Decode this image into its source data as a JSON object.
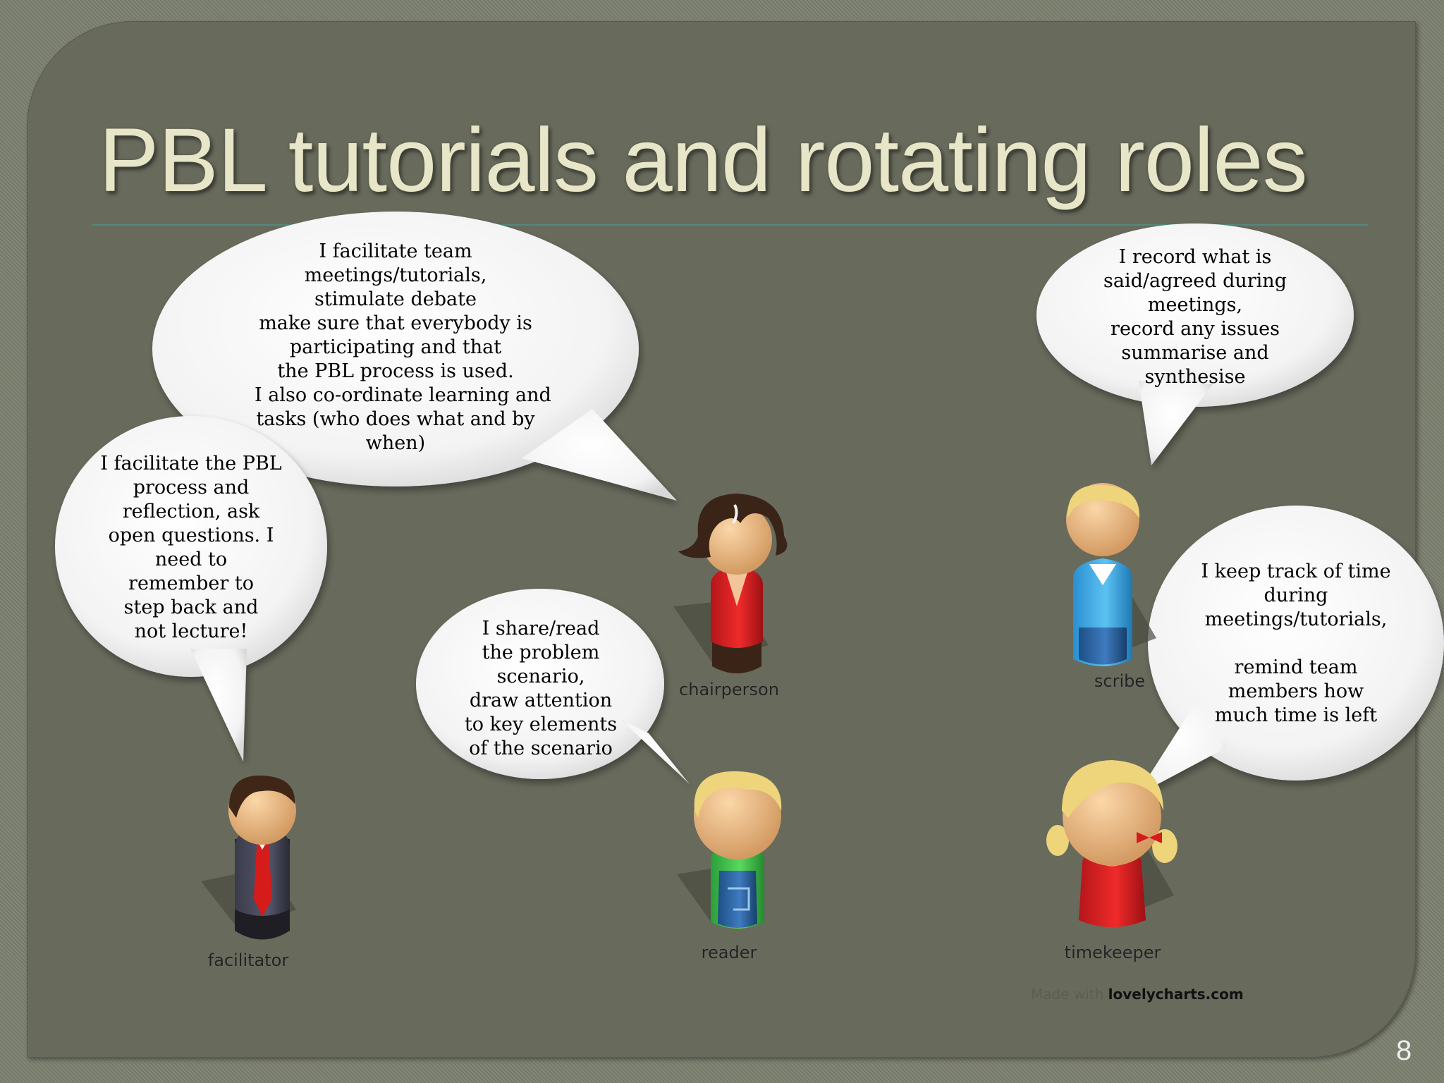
{
  "slide": {
    "title": "PBL tutorials and rotating roles",
    "page_number": "8",
    "credit_prefix": "Made with",
    "credit_brand": "lovelycharts.com"
  },
  "roles": {
    "chairperson": {
      "label": "chairperson",
      "speech": [
        "I facilitate team",
        "meetings/tutorials,",
        "stimulate debate",
        "make sure that everybody is",
        "participating and that",
        "the PBL process is used.",
        "I also co-ordinate learning and",
        "tasks (who does what and by",
        "when)"
      ]
    },
    "facilitator": {
      "label": "facilitator",
      "speech": [
        "I facilitate the PBL",
        "process and",
        "reflection, ask",
        "open questions. I",
        "need to",
        "remember to",
        "step back and",
        "not lecture!"
      ]
    },
    "reader": {
      "label": "reader",
      "speech": [
        "I share/read",
        "the problem",
        "scenario,",
        "draw attention",
        "to key elements",
        "of the scenario"
      ]
    },
    "scribe": {
      "label": "scribe",
      "speech": [
        "I record what is",
        "said/agreed during",
        "meetings,",
        "record any issues",
        "summarise and",
        "synthesise"
      ]
    },
    "timekeeper": {
      "label": "timekeeper",
      "speech": [
        "I keep track of time",
        "during",
        "meetings/tutorials,",
        "",
        "remind team",
        "members how",
        "much time is left"
      ]
    }
  }
}
